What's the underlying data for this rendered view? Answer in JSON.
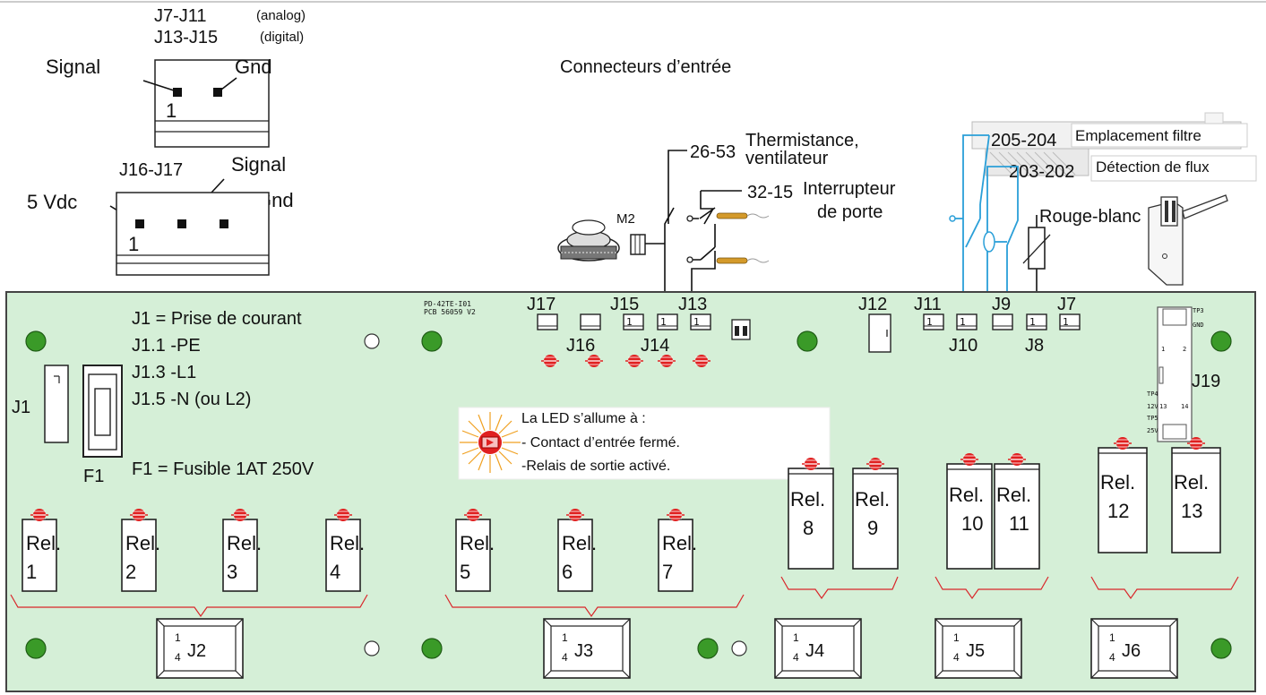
{
  "title": "Connecteurs d’entrée",
  "legend_top": {
    "line1_label": "J7-J11",
    "line1_tag": "(analog)",
    "line2_label": "J13-J15",
    "line2_tag": "(digital)",
    "signal": "Signal",
    "gnd": "Gnd",
    "pin1": "1"
  },
  "legend_bottom": {
    "label": "J16-J17",
    "signal": "Signal",
    "vdc": "5 Vdc",
    "gnd": "Gnd",
    "pin1": "1"
  },
  "inputs": {
    "motor": "M2",
    "thermistor_code": "26-53",
    "thermistor_l1": "Thermistance,",
    "thermistor_l2": "ventilateur",
    "door_code": "32-15",
    "door_l1": "Interrupteur",
    "door_l2": "de porte",
    "filter_code": "205-204",
    "filter_label": "Emplacement filtre",
    "flow_code": "203-202",
    "flow_label": "Détection de flux",
    "red_white": "Rouge-blanc"
  },
  "board": {
    "pcb_l1": "PD-42TE-I01",
    "pcb_l2": "PCB 56059 V2",
    "j1_title": "J1 = Prise de courant",
    "j1_pe": "J1.1 -PE",
    "j1_l1": "J1.3 -L1",
    "j1_n": "J1.5 -N (ou L2)",
    "fuse": "F1 = Fusible 1AT 250V",
    "j1_label": "J1",
    "f1_label": "F1",
    "led_title": "La LED s’allume à :",
    "led_l1": "- Contact d’entrée fermé.",
    "led_l2": "-Relais de sortie activé.",
    "j19": "J19",
    "tp3": "TP3",
    "gnd": "GND",
    "tp4": "TP4",
    "v12": "12V",
    "tp5": "TP5",
    "v25": "25V",
    "pin_a": "1",
    "pin_b": "2",
    "pin_c": "13",
    "pin_d": "14",
    "one": "1",
    "four": "4",
    "relay_word": "Rel."
  },
  "connectors_top": [
    "J17",
    "J15",
    "J13",
    "J12",
    "J11",
    "J9",
    "J7"
  ],
  "connectors_bottom_labels": [
    "J16",
    "J14",
    "J10",
    "J8"
  ],
  "relays": [
    "1",
    "2",
    "3",
    "4",
    "5",
    "6",
    "7",
    "8",
    "9",
    "10",
    "11",
    "12",
    "13"
  ],
  "output_connectors": [
    "J2",
    "J3",
    "J4",
    "J5",
    "J6"
  ],
  "colors": {
    "board": "#d5efd7",
    "board_border": "#444444",
    "led_red": "#e02020",
    "led_hole_green": "#3a9a28",
    "wire_blue": "#2a9fd8",
    "bracket_red": "#d9262a"
  }
}
